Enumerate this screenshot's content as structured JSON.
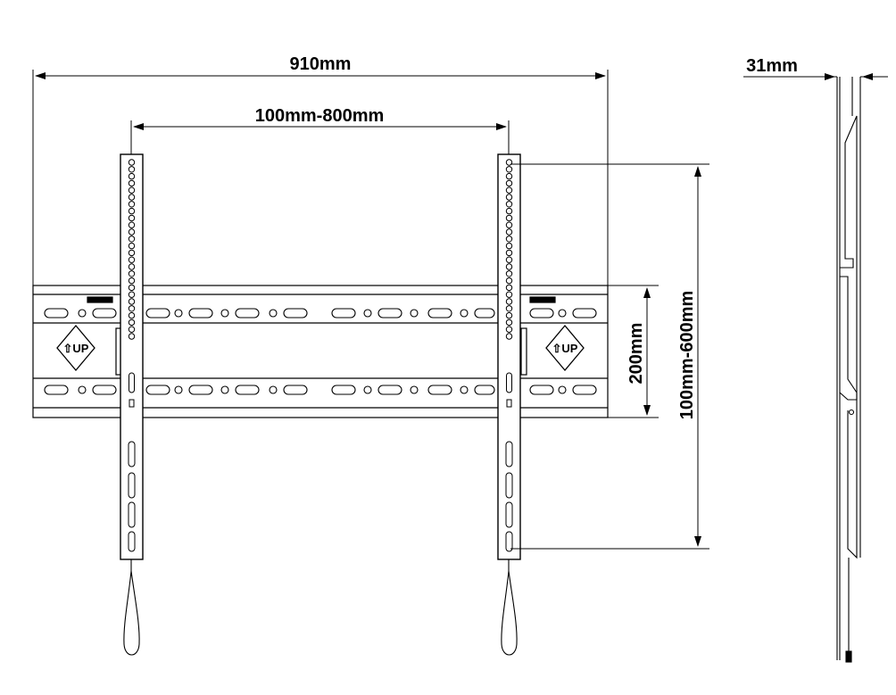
{
  "dimensions": {
    "overall_width": "910mm",
    "arm_spacing": "100mm-800mm",
    "rail_height": "200mm",
    "vertical_range": "100mm-600mm",
    "depth": "31mm"
  },
  "labels": {
    "up_mark": "⇧UP"
  },
  "colors": {
    "line": "#000000",
    "background": "#ffffff"
  }
}
